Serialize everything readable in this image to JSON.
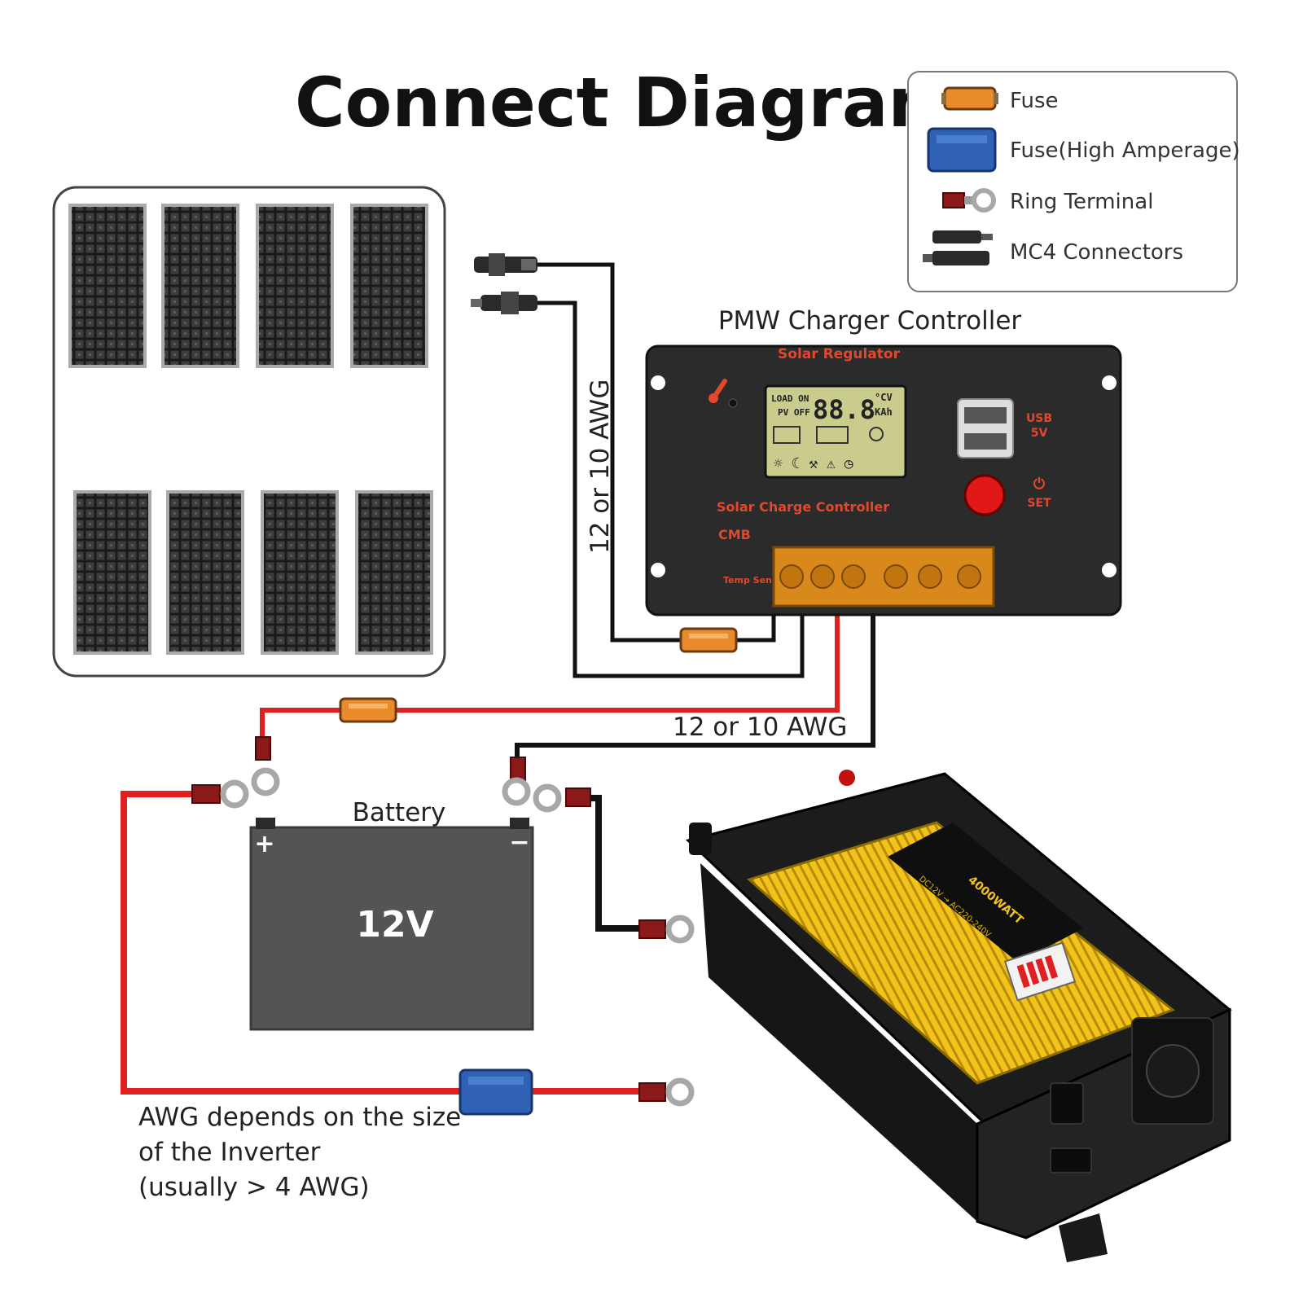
{
  "title": "Connect Diagram",
  "legend": {
    "items": [
      {
        "label": "Fuse",
        "icon": "fuse-icon"
      },
      {
        "label": "Fuse(High Amperage)",
        "icon": "high-amperage-fuse-icon"
      },
      {
        "label": "Ring Terminal",
        "icon": "ring-terminal-icon"
      },
      {
        "label": "MC4 Connectors",
        "icon": "mc4-connectors-icon"
      }
    ]
  },
  "controller": {
    "caption": "PMW Charger Controller",
    "top_label": "Solar Regulator",
    "middle_label": "Solar Charge Controller",
    "brand": "CMB",
    "temp_sensor": "Temp Sensor",
    "usb_label": "USB",
    "usb_voltage": "5V",
    "set_label": "SET",
    "lcd": {
      "load_on": "LOAD ON",
      "pv_off": "PV OFF",
      "digits": "88.8",
      "unit_top": "°CV",
      "unit_bottom": "KAh"
    }
  },
  "wire_labels": {
    "pv_wire": "12 or 10 AWG",
    "battery_wire": "12 or 10 AWG"
  },
  "battery": {
    "label": "Battery",
    "voltage": "12V",
    "plus": "+",
    "minus": "−"
  },
  "inverter_note": {
    "line1": "AWG depends on the size",
    "line2": "of the Inverter",
    "line3": "(usually  > 4 AWG)"
  },
  "inverter": {
    "wattage": "4000WATT",
    "io": "DC12V → AC220-240V"
  },
  "colors": {
    "fuse": "#e98a2b",
    "high_amperage_fuse": "#2f62b5",
    "positive_wire": "#e02020",
    "negative_wire": "#111111",
    "controller_body": "#2b2b2b",
    "terminal_block": "#d9891c",
    "lcd": "#c9cc8c",
    "battery_body": "#545454",
    "inverter_yellow": "#f2c31a",
    "inverter_black": "#1c1c1c"
  }
}
